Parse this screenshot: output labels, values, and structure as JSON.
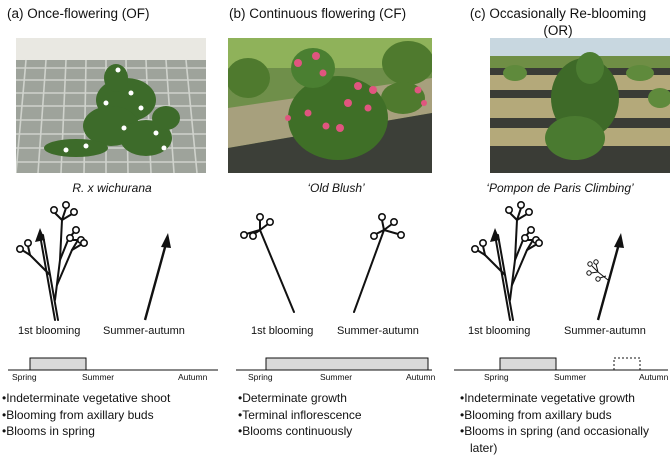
{
  "panels": [
    {
      "header": "(a)   Once-flowering (OF)",
      "cultivar": "R. x wichurana",
      "label_first": "1st blooming",
      "label_second": "Summer-autumn",
      "seasons": [
        "Spring",
        "Summer",
        "Autumn"
      ],
      "bullets": [
        "Indeterminate vegetative shoot",
        "Blooming from axillary buds",
        "Blooms in spring"
      ]
    },
    {
      "header": "(b)   Continuous flowering (CF)",
      "cultivar": "‘Old Blush’",
      "label_first": "1st blooming",
      "label_second": "Summer-autumn",
      "seasons": [
        "Spring",
        "Summer",
        "Autumn"
      ],
      "bullets": [
        "Determinate growth",
        "Terminal inflorescence",
        "Blooms continuously"
      ]
    },
    {
      "header_line1": "(c)   Occasionally Re-blooming",
      "header_line2": "(OR)",
      "cultivar": "‘Pompon de Paris Climbing’",
      "label_first": "1st blooming",
      "label_second": "Summer-autumn",
      "seasons": [
        "Spring",
        "Summer",
        "Autumn"
      ],
      "bullets": [
        "Indeterminate vegetative growth",
        "Blooming from axillary buds",
        "Blooms in spring (and occasionally",
        "later)"
      ]
    }
  ],
  "colors": {
    "bar_fill": "#d9d9d9",
    "line": "#111111",
    "flower_pink": "#e0557f"
  }
}
